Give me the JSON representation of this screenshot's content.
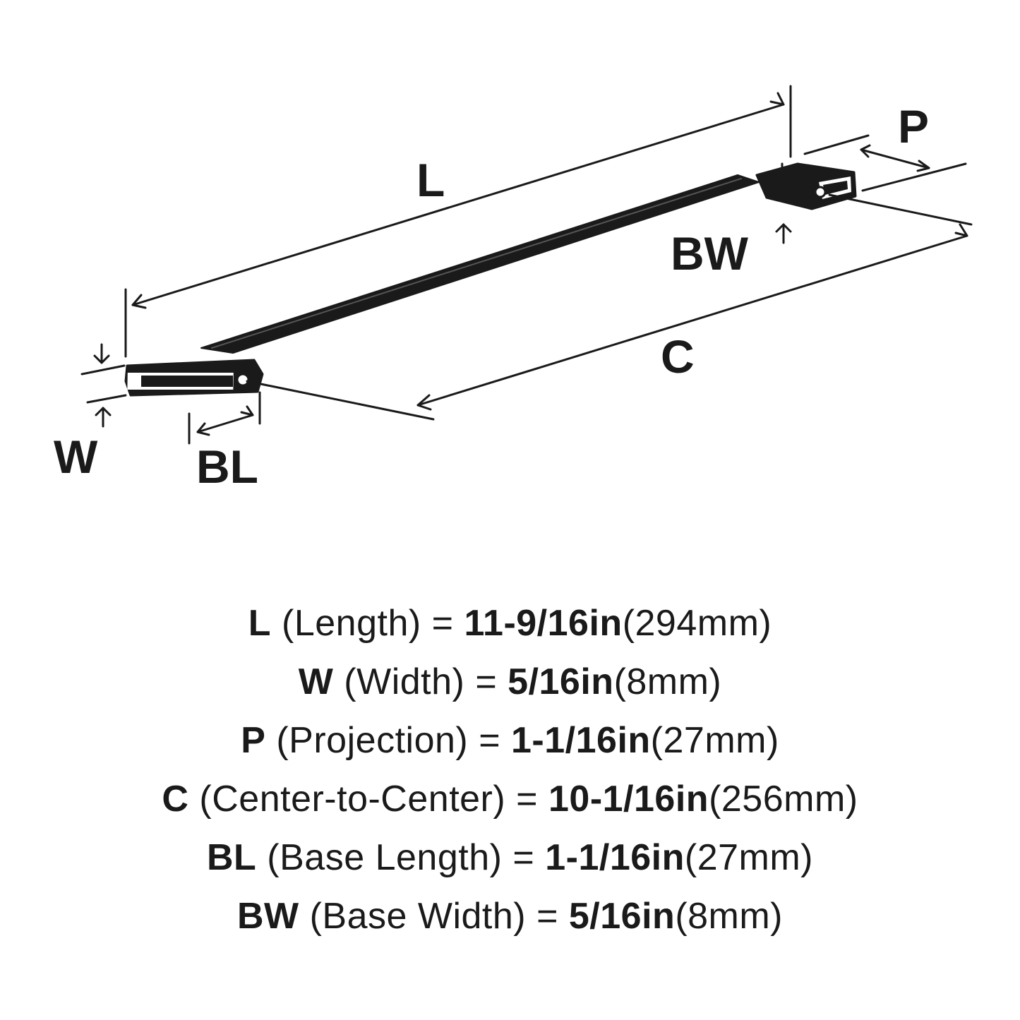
{
  "diagram": {
    "labels": {
      "length": "L",
      "projection": "P",
      "base_width": "BW",
      "center_to_center": "C",
      "width": "W",
      "base_length": "BL"
    },
    "colors": {
      "ink": "#1a1a1a",
      "background": "#ffffff"
    }
  },
  "specs": [
    {
      "code": "L",
      "name": "(Length)",
      "imperial": "11-9/16in",
      "metric": "(294mm)"
    },
    {
      "code": "W",
      "name": "(Width)",
      "imperial": "5/16in",
      "metric": "(8mm)"
    },
    {
      "code": "P",
      "name": "(Projection)",
      "imperial": "1-1/16in",
      "metric": "(27mm)"
    },
    {
      "code": "C",
      "name": "(Center-to-Center)",
      "imperial": "10-1/16in",
      "metric": "(256mm)"
    },
    {
      "code": "BL",
      "name": "(Base Length)",
      "imperial": "1-1/16in",
      "metric": "(27mm)"
    },
    {
      "code": "BW",
      "name": "(Base Width)",
      "imperial": "5/16in",
      "metric": "(8mm)"
    }
  ],
  "equals_sign": "="
}
